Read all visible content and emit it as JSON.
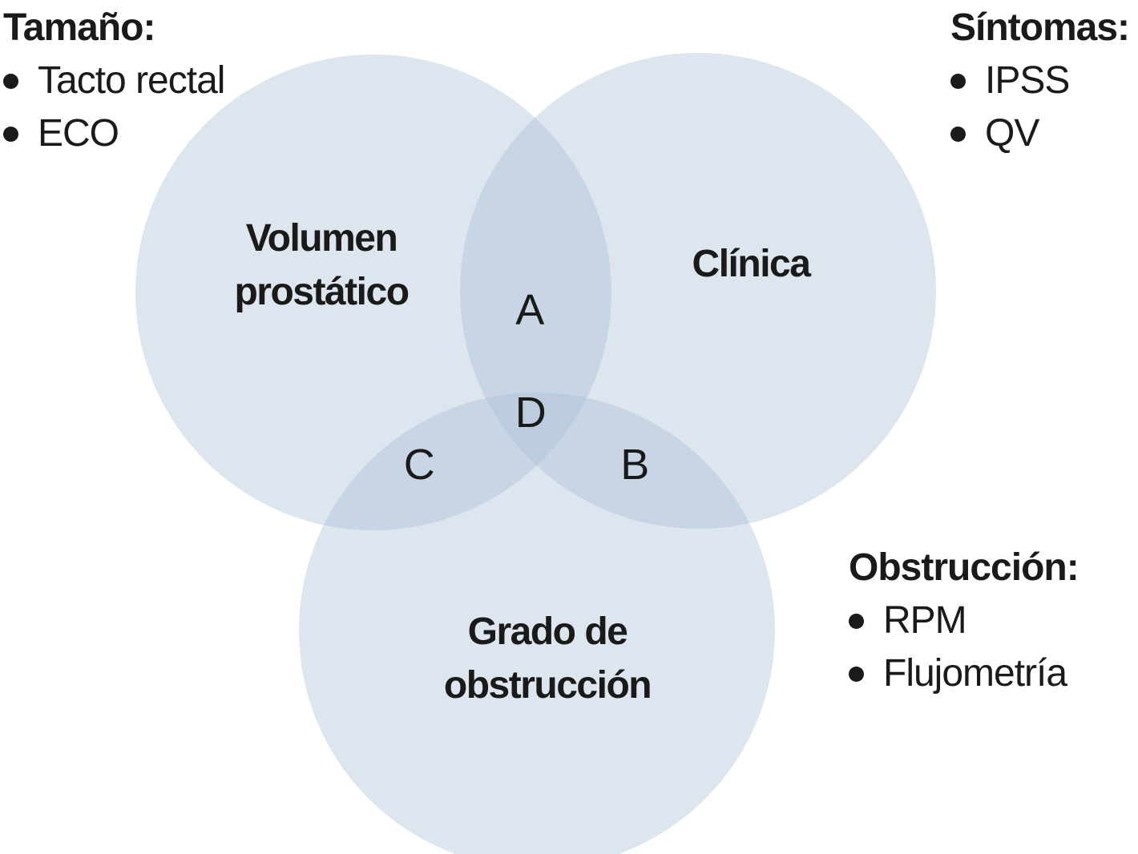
{
  "venn": {
    "colors": {
      "circle_fill": "#a9bdd4",
      "text": "#1a1a1a"
    },
    "icons": {
      "bullet": "filled-circle"
    },
    "circles": {
      "volumen": {
        "line1": "Volumen",
        "line2": "prostático"
      },
      "clinica": {
        "line1": "Clínica"
      },
      "grado": {
        "line1": "Grado de",
        "line2": "obstrucción"
      }
    },
    "regions": {
      "a": "A",
      "b": "B",
      "c": "C",
      "d": "D"
    },
    "legends": {
      "tamano": {
        "heading": "Tamaño:",
        "items": [
          "Tacto rectal",
          "ECO"
        ]
      },
      "sintomas": {
        "heading": "Síntomas:",
        "items": [
          "IPSS",
          "QV"
        ]
      },
      "obstruccion": {
        "heading": "Obstrucción:",
        "items": [
          "RPM",
          "Flujometría"
        ]
      }
    }
  }
}
